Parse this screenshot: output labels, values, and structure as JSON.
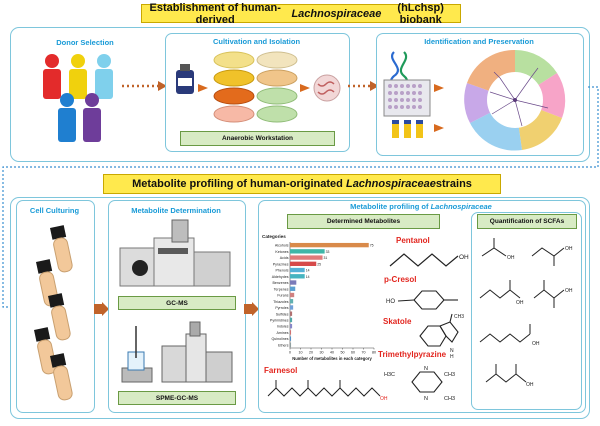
{
  "top": {
    "banner_pre": "Establishment of human-derived ",
    "banner_em": "Lachnospiraceae",
    "banner_post": " (hLchsp) biobank",
    "donor_title": "Donor Selection",
    "culti_title": "Cultivation and Isolation",
    "ident_title": "Identification and Preservation",
    "anaerobic_label": "Anaerobic Workstation"
  },
  "bottom": {
    "banner_pre": "Metabolite profiling of human-originated ",
    "banner_em": "Lachnospiraceae",
    "banner_post": " strains",
    "cell_title": "Cell Culturing",
    "metab_det_title": "Metabolite Determination",
    "gcms_label": "GC-MS",
    "spme_label": "SPME-GC-MS",
    "profiling_title_pre": "Metabolite profiling of ",
    "profiling_title_em": "Lachnospiraceae",
    "determined_label": "Determined Metabolites",
    "scfa_label": "Quantification of SCFAs"
  },
  "chart_data": {
    "type": "bar",
    "title": "Categories",
    "xlabel": "Number of metabolites in each category",
    "xlim": [
      0,
      80
    ],
    "xticks": [
      "0",
      "10",
      "20",
      "30",
      "40",
      "50",
      "60",
      "70",
      "80"
    ],
    "categories": [
      "Alcohols",
      "Ketones",
      "Acids",
      "Pyrazines",
      "Phenols",
      "Aldehydes",
      "Benzenes",
      "Terpenes",
      "Furans",
      "Thiazoles",
      "Pyrroles",
      "Sulfides",
      "Pyrimidines",
      "Indoles",
      "Amines",
      "Quinolines",
      "Ethers"
    ],
    "values": [
      75,
      33,
      31,
      25,
      14,
      14,
      6,
      5,
      4,
      3,
      3,
      2,
      2,
      2,
      1,
      1,
      1
    ],
    "labels": [
      "75",
      "33",
      "31",
      "25",
      "14",
      "14",
      "",
      "",
      "",
      "",
      "",
      "",
      "",
      "",
      "",
      "",
      ""
    ],
    "colors": [
      "#d98a4a",
      "#3fb6a8",
      "#e07a7a",
      "#d64a4a",
      "#54b0d6",
      "#46b4c0",
      "#7a7ab8",
      "#5aa0d0",
      "#d08080",
      "#60b0b0",
      "#70a0d8",
      "#b07070",
      "#50a8a8",
      "#8888c8",
      "#d07070",
      "#5090c8",
      "#90a0a0"
    ]
  },
  "molecules": {
    "pentanol": "Pentanol",
    "pcresol": "p-Cresol",
    "skatole": "Skatole",
    "tmp": "Trimethylpyrazine",
    "farnesol": "Farnesol",
    "oh": "OH",
    "ho": "HO",
    "n": "N",
    "h": "H",
    "ch3": "CH3",
    "h3c": "H3C"
  }
}
